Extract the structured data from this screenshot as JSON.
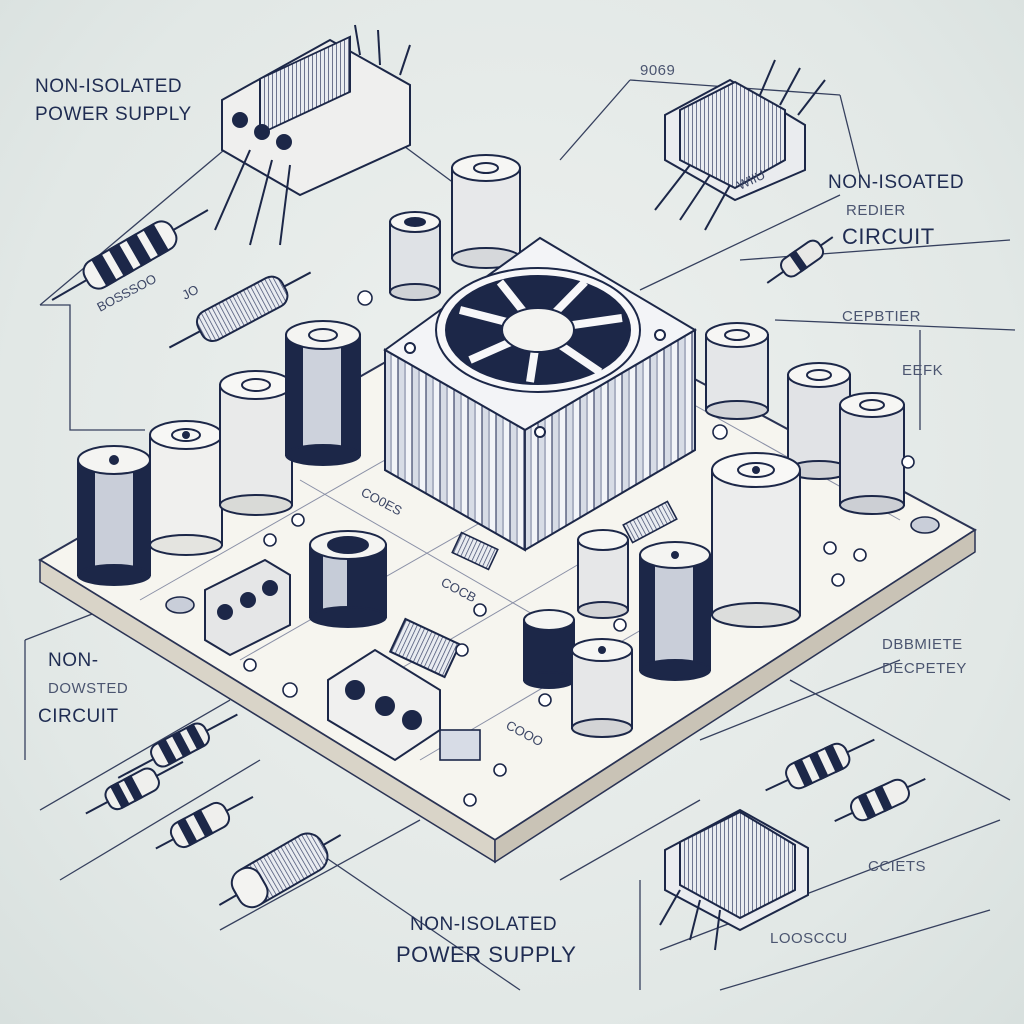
{
  "labels": {
    "top_left_line1": "NON-ISOLATED",
    "top_left_line2": "POWER SUPPLY",
    "top_mid": "9069",
    "top_right_line1": "NON-ISOATED",
    "top_right_line2": "REDIER",
    "top_right_line3": "CIRCUIT",
    "right_mid1": "CEPBTIER",
    "right_mid2": "EEFK",
    "left_mid_line1": "NON-",
    "left_mid_line2": "DOWSTED",
    "left_mid_line3": "CIRCUIT",
    "right_low_line1": "DBBMIETE",
    "right_low_line2": "DECPETEY",
    "bottom_line1": "NON-ISOLATED",
    "bottom_line2": "POWER SUPPLY",
    "bottom_right_small1": "CCIETS",
    "bottom_right_small2": "LOOSCCU"
  },
  "colors": {
    "ink": "#1f2c52",
    "navy": "#1c2748",
    "board": "#f6f5ef",
    "board_edge": "#d9d4c8",
    "metal": "#cdd3dd"
  }
}
